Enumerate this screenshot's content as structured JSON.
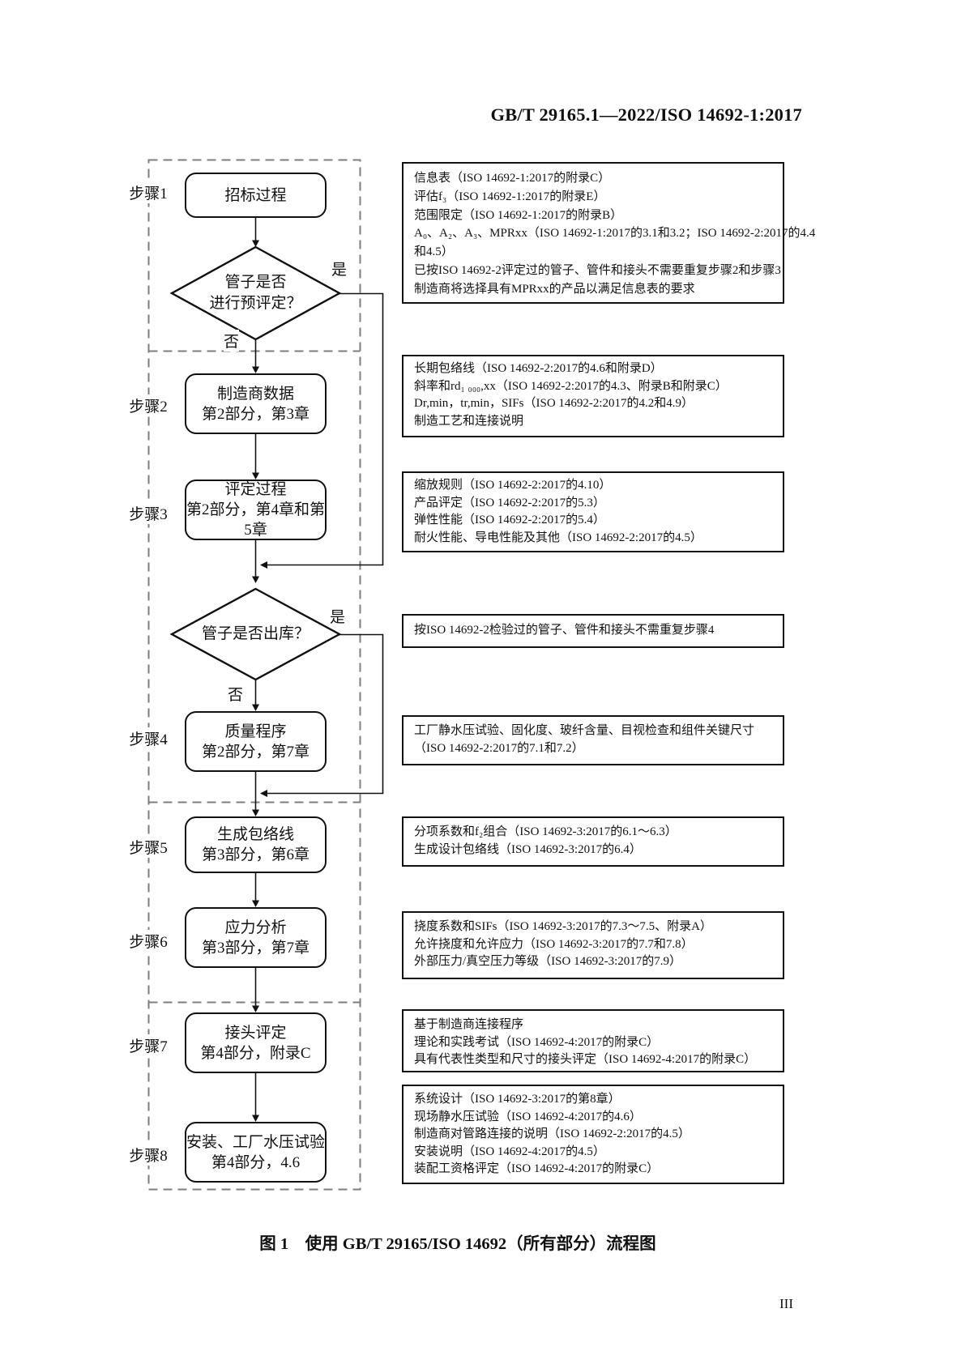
{
  "header": {
    "standard_number": "GB/T 29165.1—2022/ISO 14692-1:2017"
  },
  "steps": [
    "步骤1",
    "步骤2",
    "步骤3",
    "步骤4",
    "步骤5",
    "步骤6",
    "步骤7",
    "步骤8"
  ],
  "nodes": {
    "tender": {
      "lines": [
        "招标过程"
      ]
    },
    "decision_prequal": {
      "lines": [
        "管子是否",
        "进行预评定？"
      ]
    },
    "manufacturer_data": {
      "lines": [
        "制造商数据",
        "第2部分，第3章"
      ]
    },
    "qualification": {
      "lines": [
        "评定过程",
        "第2部分，第4章和第5章"
      ]
    },
    "decision_exfactory": {
      "lines": [
        "管子是否出库？"
      ]
    },
    "quality_program": {
      "lines": [
        "质量程序",
        "第2部分，第7章"
      ]
    },
    "envelope": {
      "lines": [
        "生成包络线",
        "第3部分，第6章"
      ]
    },
    "stress": {
      "lines": [
        "应力分析",
        "第3部分，第7章"
      ]
    },
    "joint": {
      "lines": [
        "接头评定",
        "第4部分，附录C"
      ]
    },
    "install": {
      "lines": [
        "安装、工厂水压试验",
        "第4部分，4.6"
      ]
    }
  },
  "edges": {
    "yes1": "是",
    "no1": "否",
    "yes2": "是",
    "no2": "否"
  },
  "annotations": {
    "box1": {
      "lines": [
        "信息表（ISO 14692-1:2017的附录C）",
        "评估f₃（ISO 14692-1:2017的附录E）",
        "范围限定（ISO 14692-1:2017的附录B）",
        "A₀、A₂、A₃、MPRxx（ISO 14692-1:2017的3.1和3.2；ISO 14692-2:2017的4.4",
        "和4.5）",
        "已按ISO 14692-2评定过的管子、管件和接头不需要重复步骤2和步骤3",
        "制造商将选择具有MPRxx的产品以满足信息表的要求"
      ]
    },
    "box2": {
      "lines": [
        "长期包络线（ISO 14692-2:2017的4.6和附录D）",
        "斜率和rd₁ ₀₀₀,xx（ISO 14692-2:2017的4.3、附录B和附录C）",
        "Dr,min，tr,min，SIFs（ISO 14692-2:2017的4.2和4.9）",
        "制造工艺和连接说明"
      ]
    },
    "box3": {
      "lines": [
        "缩放规则（ISO 14692-2:2017的4.10）",
        "产品评定（ISO 14692-2:2017的5.3）",
        "弹性性能（ISO 14692-2:2017的5.4）",
        "耐火性能、导电性能及其他（ISO 14692-2:2017的4.5）"
      ]
    },
    "box4": {
      "lines": [
        "按ISO 14692-2检验过的管子、管件和接头不需重复步骤4"
      ]
    },
    "box5": {
      "lines": [
        "工厂静水压试验、固化度、玻纤含量、目视检查和组件关键尺寸",
        "（ISO 14692-2:2017的7.1和7.2）"
      ]
    },
    "box6": {
      "lines": [
        "分项系数和f₂组合（ISO 14692-3:2017的6.1～6.3）",
        "生成设计包络线（ISO 14692-3:2017的6.4）"
      ]
    },
    "box7": {
      "lines": [
        "挠度系数和SIFs（ISO 14692-3:2017的7.3～7.5、附录A）",
        "允许挠度和允许应力（ISO 14692-3:2017的7.7和7.8）",
        "外部压力/真空压力等级（ISO 14692-3:2017的7.9）"
      ]
    },
    "box8": {
      "lines": [
        "基于制造商连接程序",
        "理论和实践考试（ISO 14692-4:2017的附录C）",
        "具有代表性类型和尺寸的接头评定（ISO 14692-4:2017的附录C）"
      ]
    },
    "box9": {
      "lines": [
        "系统设计（ISO 14692-3:2017的第8章）",
        "现场静水压试验（ISO 14692-4:2017的4.6）",
        "制造商对管路连接的说明（ISO 14692-2:2017的4.5）",
        "安装说明（ISO 14692-4:2017的4.5）",
        "装配工资格评定（ISO 14692-4:2017的附录C）"
      ]
    }
  },
  "figure": {
    "caption": "图 1　使用 GB/T 29165/ISO 14692（所有部分）流程图",
    "page_number": "III"
  }
}
